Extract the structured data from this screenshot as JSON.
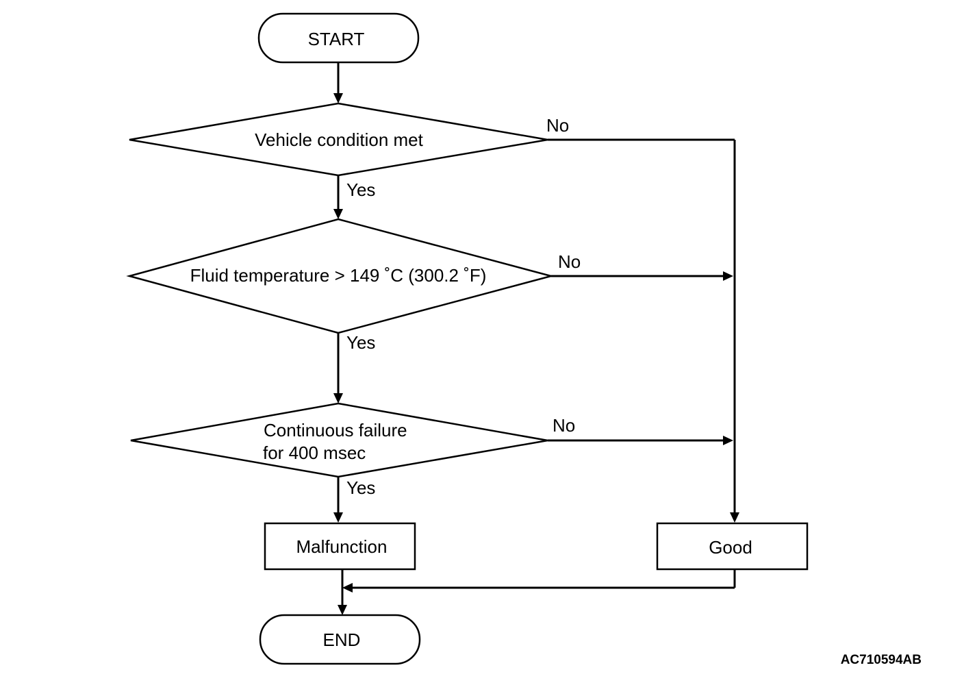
{
  "nodes": {
    "start": "START",
    "decision_vehicle": "Vehicle condition met",
    "decision_fluid": "Fluid temperature > 149 ˚C (300.2 ˚F)",
    "decision_continuous_line1": "Continuous failure",
    "decision_continuous_line2": "for 400 msec",
    "malfunction": "Malfunction",
    "good": "Good",
    "end": "END"
  },
  "edges": {
    "vehicle_yes": "Yes",
    "vehicle_no": "No",
    "fluid_yes": "Yes",
    "fluid_no": "No",
    "continuous_yes": "Yes",
    "continuous_no": "No"
  },
  "figure_code": "AC710594AB"
}
